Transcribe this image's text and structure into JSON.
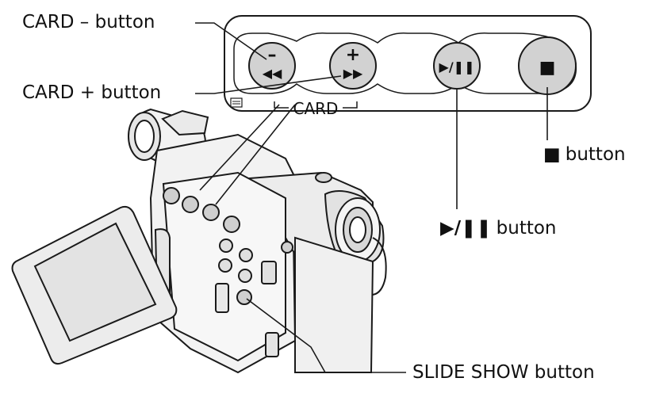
{
  "labels": {
    "card_minus": "CARD – button",
    "card_plus": "CARD + button",
    "card_group": "CARD",
    "stop_glyph": "■",
    "stop_text": "button",
    "play_glyph": "▶/❚❚",
    "play_text": "button",
    "slide_show": "SLIDE SHOW button"
  },
  "panel_buttons": {
    "minus_sign": "–",
    "minus_arrows": "◀◀",
    "plus_sign": "+",
    "plus_arrows": "▶▶",
    "play_pause": "▶/❚❚",
    "stop": "■"
  },
  "colors": {
    "button_fill": "#d2d2d2",
    "outline": "#1a1a1a",
    "camera_body": "#f2f2f2"
  }
}
